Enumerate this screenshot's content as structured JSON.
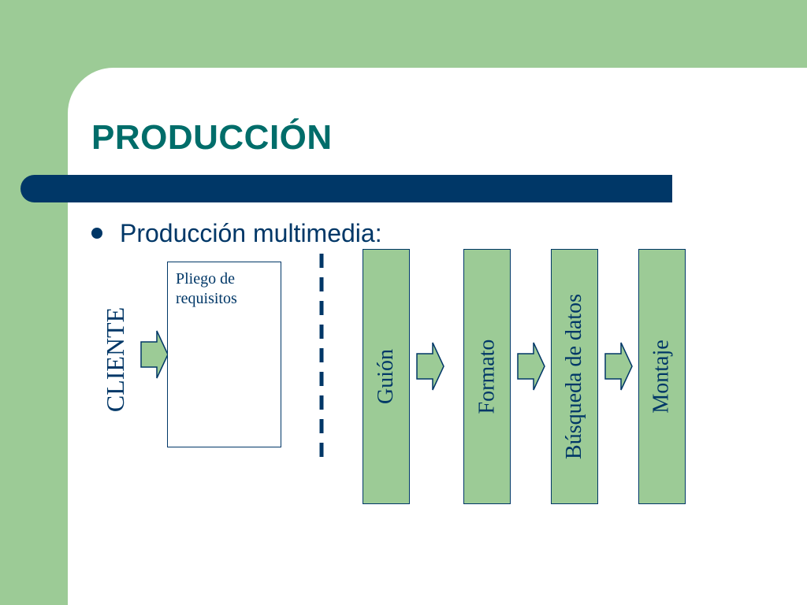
{
  "slide": {
    "title": "PRODUCCIÓN",
    "bullet": "Producción multimedia:"
  },
  "diagram": {
    "client_label": "CLIENTE",
    "document_label": "Pliego de requisitos",
    "steps": [
      "Guión",
      "Formato",
      "Búsqueda de datos",
      "Montaje"
    ]
  },
  "colors": {
    "green": "#9ccb96",
    "navy": "#003767",
    "teal": "#006d6a"
  }
}
